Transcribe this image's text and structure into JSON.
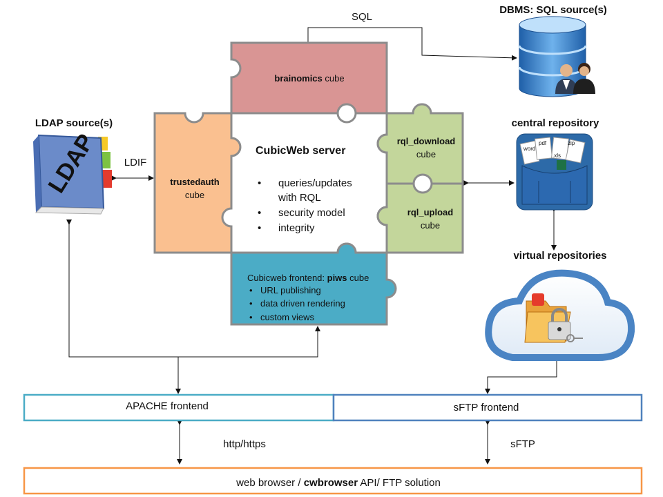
{
  "labels": {
    "sql": "SQL",
    "dbms": "DBMS: SQL source(s)",
    "ldap_source": "LDAP source(s)",
    "ldap_book": "LDAP",
    "ldif": "LDIF",
    "central_repo": "central repository",
    "virtual_repos": "virtual repositories",
    "http": "http/https",
    "sftp": "sFTP"
  },
  "puzzle": {
    "brainomics_name": "brainomics",
    "brainomics_suffix": " cube",
    "trustedauth_name": "trustedauth",
    "trustedauth_suffix": "cube",
    "server_title": "CubicWeb server",
    "server_bullets": [
      "queries/updates",
      "with RQL",
      "security model",
      "integrity"
    ],
    "rql_download_name": "rql_download",
    "rql_download_suffix": "cube",
    "rql_upload_name": "rql_upload",
    "rql_upload_suffix": "cube",
    "piws_prefix": "Cubicweb frontend:  ",
    "piws_name": "piws",
    "piws_suffix": " cube",
    "piws_bullets": [
      "URL publishing",
      "data driven rendering",
      "custom views"
    ]
  },
  "frontends": {
    "apache": "APACHE frontend",
    "sftp": "sFTP frontend",
    "client_prefix": "web browser / ",
    "client_bold": "cwbrowser",
    "client_suffix": " API/ FTP solution"
  },
  "repo_files": [
    "word",
    "pdf",
    "zip",
    ".xls"
  ],
  "colors": {
    "brainomics": "#d99594",
    "trustedauth": "#fac090",
    "server": "#ffffff",
    "rql": "#c3d69b",
    "piws": "#4bacc6",
    "apache_border": "#4bacc6",
    "sftp_border": "#4f81bd",
    "client_border": "#f79646"
  }
}
